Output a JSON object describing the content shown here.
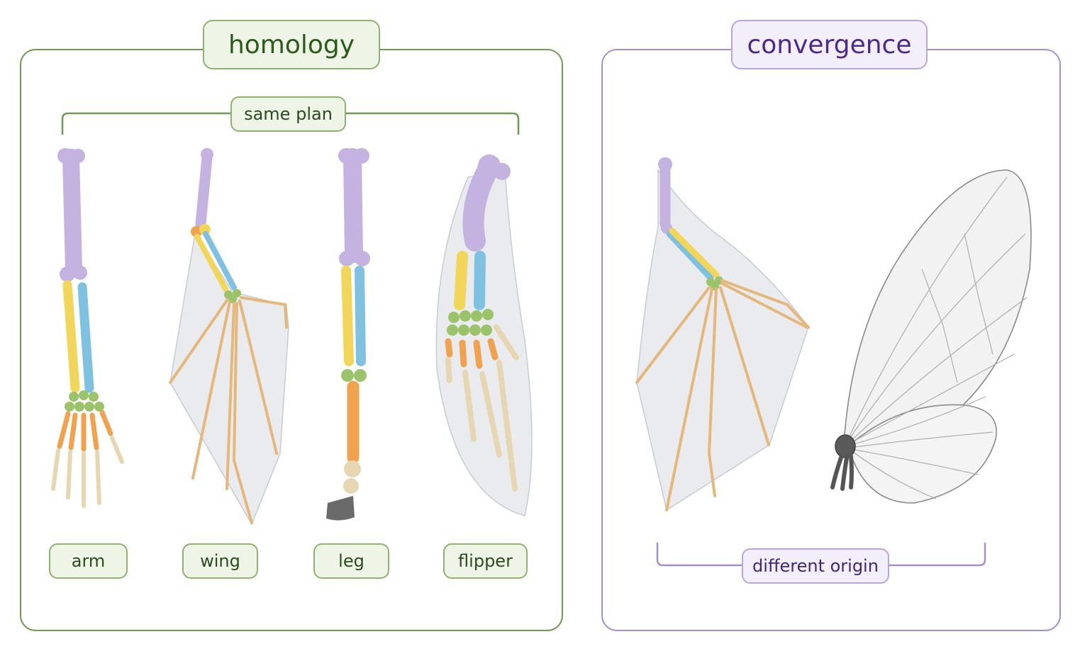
{
  "homology": {
    "title": "homology",
    "bracket_label": "same plan",
    "limbs": [
      {
        "label": "arm"
      },
      {
        "label": "wing"
      },
      {
        "label": "leg"
      },
      {
        "label": "flipper"
      }
    ]
  },
  "convergence": {
    "title": "convergence",
    "bracket_label": "different origin",
    "items": [
      "bat-wing",
      "insect-wing"
    ]
  },
  "colors": {
    "homology_accent": "#6f9a52",
    "convergence_accent": "#a58fca",
    "humerus": "#c4b2e0",
    "radius": "#f2d65a",
    "ulna": "#7fc1e0",
    "carpals": "#9bc46a",
    "metacarpals": "#f0a24e",
    "phalanges": "#e6d6b2",
    "membrane": "#e9ebee"
  }
}
